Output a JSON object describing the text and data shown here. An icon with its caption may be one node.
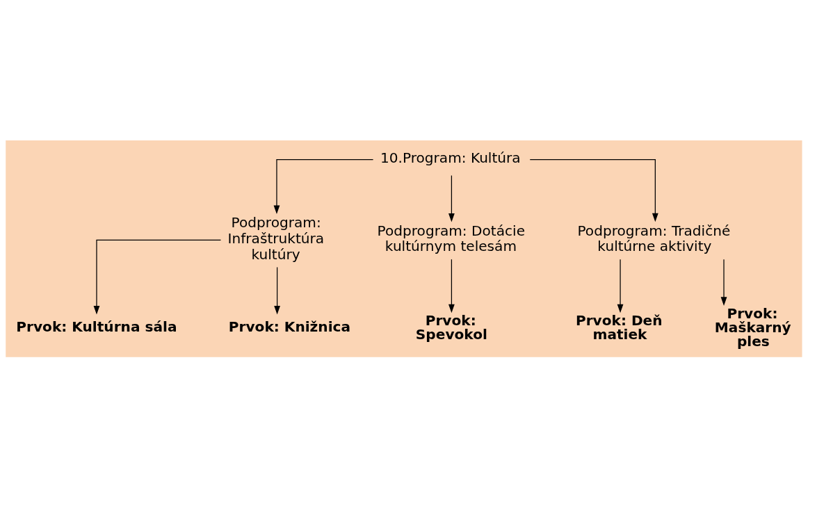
{
  "diagram": {
    "nodes": [
      {
        "text": [
          "10.Program: Kultúra"
        ]
      },
      {
        "text": [
          "Podprogram: Infraštruktúra kultúry"
        ]
      },
      {
        "text": [
          "Podprogram: Dotácie kultúrnym telesám"
        ]
      },
      {
        "text": [
          "Podprogram: Tradičné kultúrne aktivity"
        ]
      },
      {
        "text": [
          "Prvok: Kultúrna sála"
        ]
      },
      {
        "text": [
          "Prvok: Knižnica"
        ]
      },
      {
        "text": [
          "Prvok: Spevokol"
        ]
      },
      {
        "text": [
          "Prvok: Deň matiek"
        ]
      },
      {
        "text": [
          "Prvok: Maškarný ples"
        ]
      }
    ],
    "edges": [
      {
        "from": 0,
        "to": 1,
        "arrow": "to"
      },
      {
        "from": 0,
        "to": 2,
        "arrow": "to"
      },
      {
        "from": 0,
        "to": 3,
        "arrow": "to"
      },
      {
        "from": 1,
        "to": 4,
        "arrow": "to"
      },
      {
        "from": 1,
        "to": 5,
        "arrow": "to"
      },
      {
        "from": 2,
        "to": 6,
        "arrow": "to"
      },
      {
        "from": 3,
        "to": 7,
        "arrow": "to"
      },
      {
        "from": 3,
        "to": 8,
        "arrow": "to"
      }
    ]
  }
}
